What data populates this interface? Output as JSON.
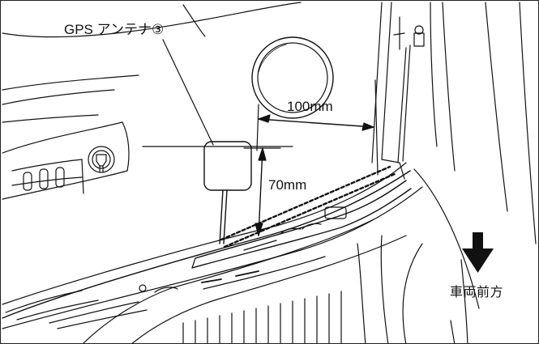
{
  "labels": {
    "antenna_callout": "GPS アンテナ③",
    "horizontal_distance": "100mm",
    "vertical_distance": "70mm",
    "direction": "車両前方"
  },
  "icons": {
    "direction_arrow": "arrow-down-icon"
  },
  "colors": {
    "line": "#111111",
    "background": "#ffffff"
  }
}
